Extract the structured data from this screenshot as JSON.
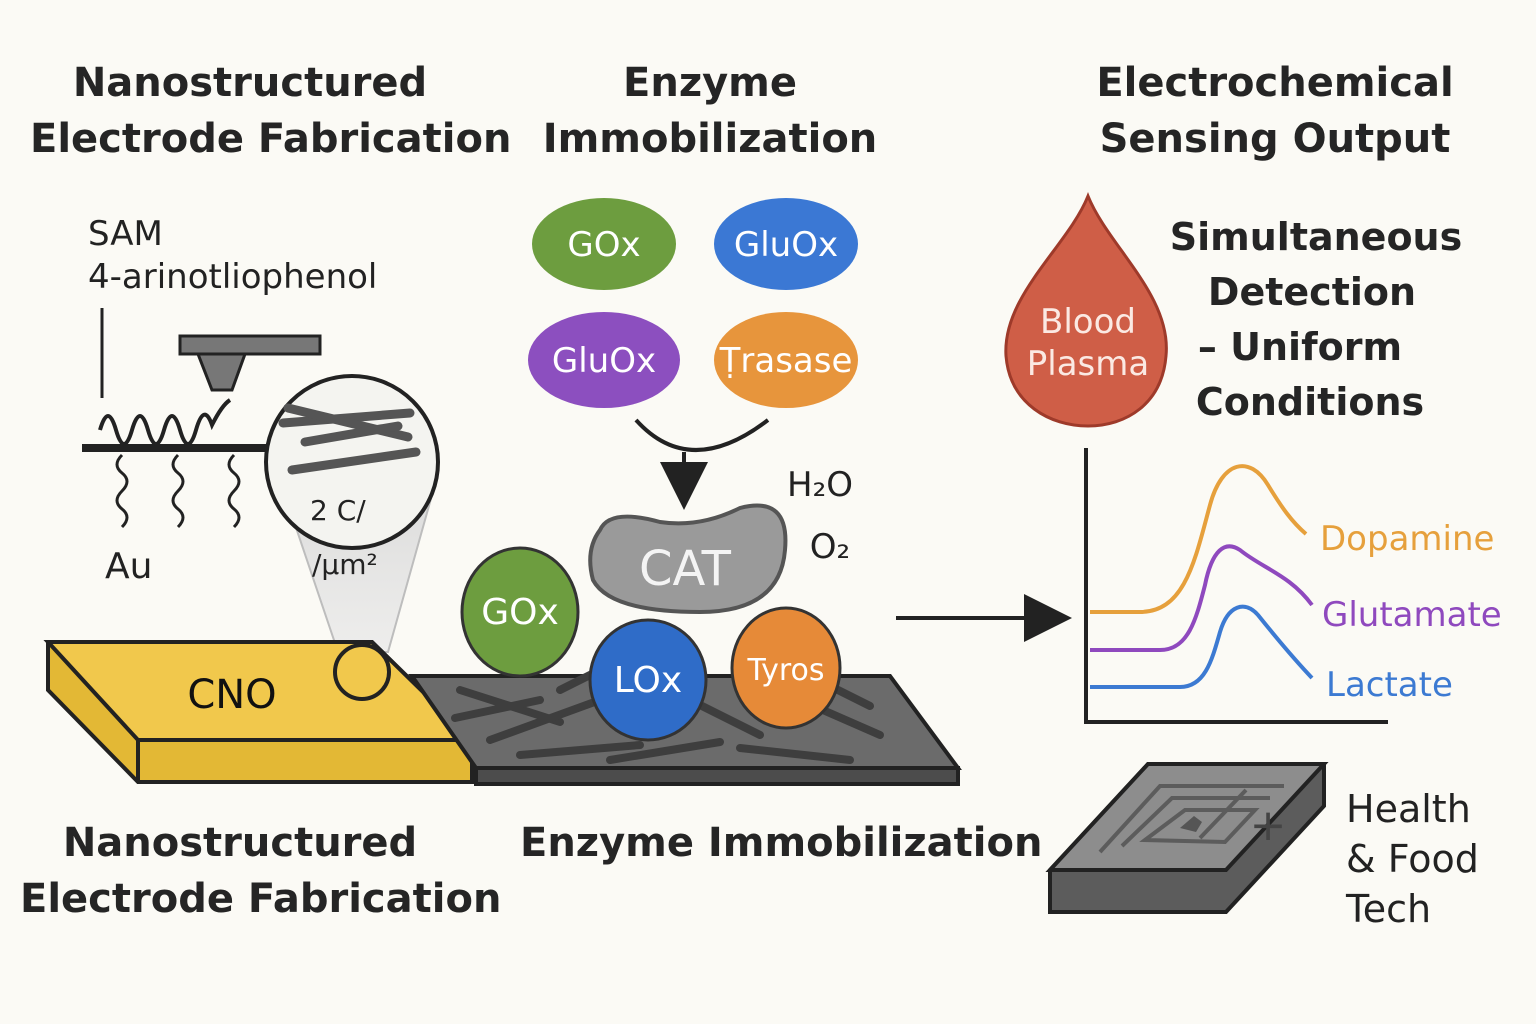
{
  "headings": {
    "fabrication_top": [
      "Nanostructured",
      "Electrode Fabrication"
    ],
    "immobilization_top": [
      "Enzyme",
      "Immobilization"
    ],
    "sensing_top": [
      "Electrochemical",
      "Sensing Output"
    ],
    "fabrication_bottom": [
      "Nanostructured",
      "Electrode Fabrication"
    ],
    "immobilization_bottom": "Enzyme Immobilization"
  },
  "fabrication": {
    "sam_label": "SAM",
    "sam_compound": "4-arinotliophenol",
    "substrate_label": "Au",
    "density_line1": "2 C/",
    "density_line2": "/μm²",
    "electrode_label": "CNO"
  },
  "enzymes_top": [
    {
      "name": "GOx",
      "color": "#6d9d3f"
    },
    {
      "name": "GluOx",
      "color": "#3b78d4"
    },
    {
      "name": "GluOx",
      "color": "#8c4fbf"
    },
    {
      "name": "Ṭrasase",
      "color": "#e7953c"
    }
  ],
  "enzymes_bound": [
    {
      "name": "GOx",
      "color": "#6d9d3f"
    },
    {
      "name": "LOx",
      "color": "#2f6cc8"
    },
    {
      "name": "Tyros",
      "color": "#e68a38"
    }
  ],
  "catalase": {
    "label": "CAT",
    "product1": "H₂O",
    "product2": "O₂"
  },
  "sample": {
    "line1": "Blood",
    "line2": "Plasma",
    "color": "#cf5e47"
  },
  "detection_text": [
    "Simultaneous",
    "Detection",
    "– Uniform",
    "Conditions"
  ],
  "signals": [
    {
      "name": "Dopamine",
      "color": "#e6a03c"
    },
    {
      "name": "Glutamate",
      "color": "#8f49be"
    },
    {
      "name": "Lactate",
      "color": "#3c7ad2"
    }
  ],
  "application": [
    "Health",
    "& Food",
    "Tech"
  ]
}
